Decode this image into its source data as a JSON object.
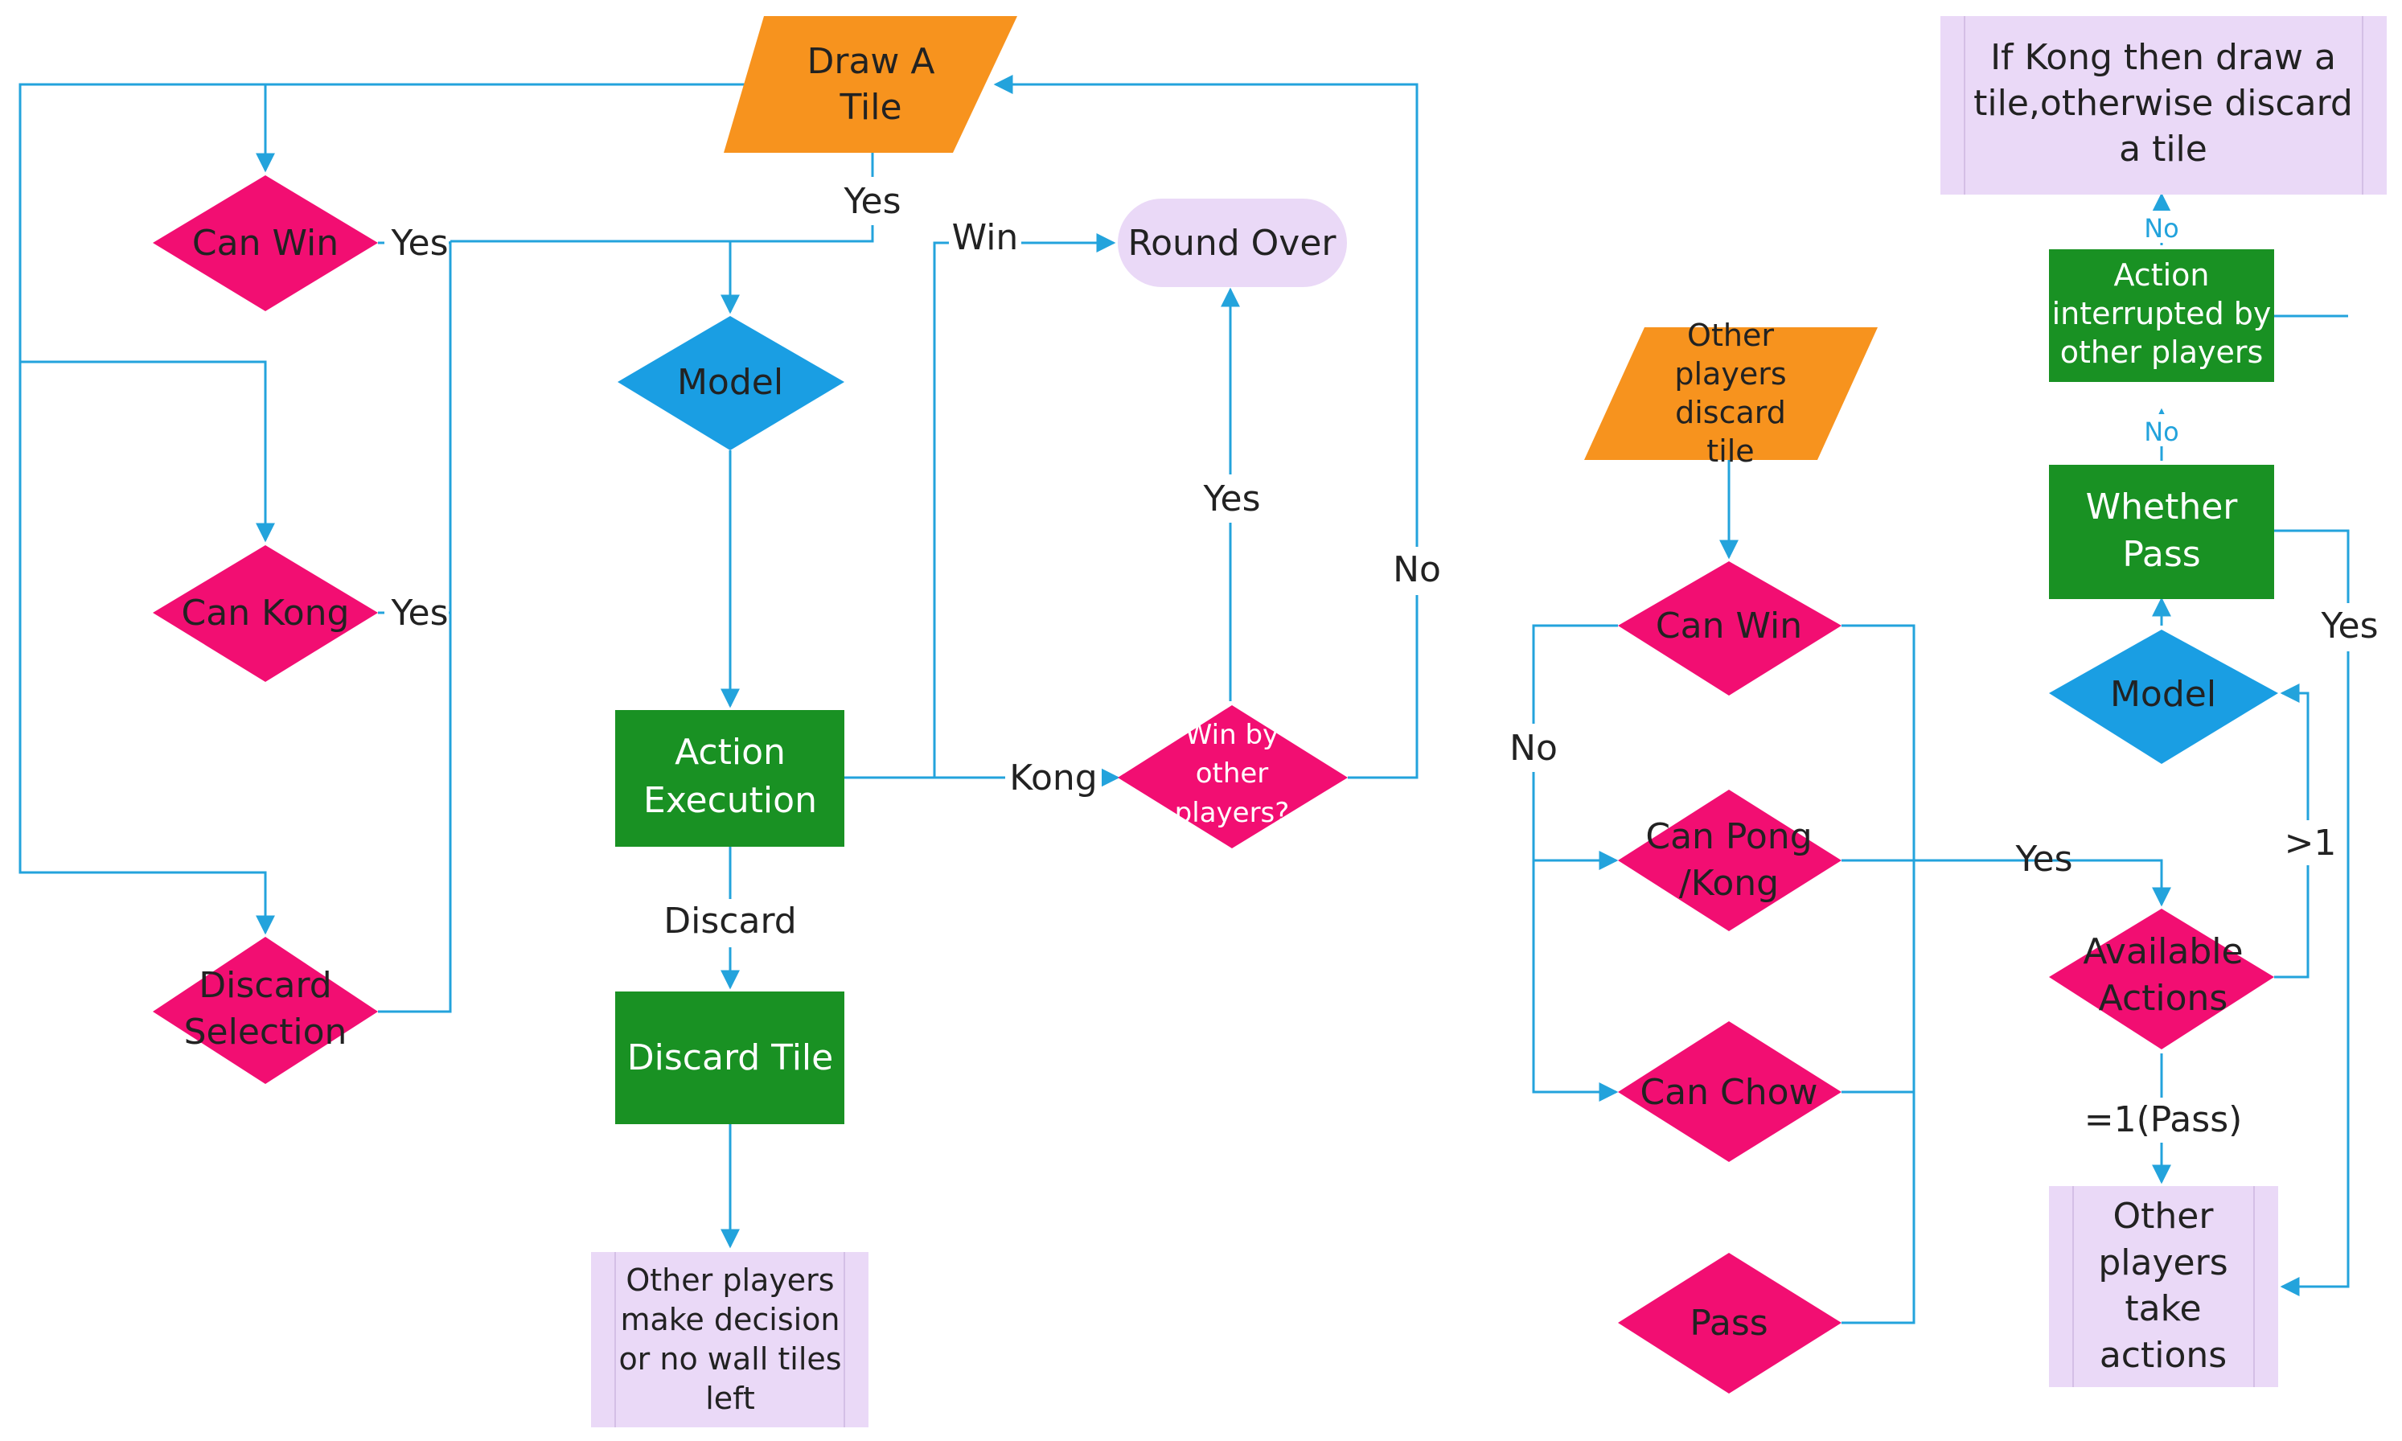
{
  "colors": {
    "orange": "#f7931e",
    "pink": "#f20e72",
    "blue": "#1a9ee3",
    "green": "#199123",
    "lavender": "#ead9f7",
    "edge": "#23a3dc"
  },
  "nodes": {
    "draw_tile": [
      "Draw A",
      "Tile"
    ],
    "can_win_l": [
      "Can Win"
    ],
    "can_kong_l": [
      "Can Kong"
    ],
    "discard_sel": [
      "Discard",
      "Selection"
    ],
    "model_l": [
      "Model"
    ],
    "action_exec": [
      "Action",
      "Execution"
    ],
    "discard_tile": [
      "Discard Tile"
    ],
    "other_decide": [
      "Other players",
      "make decision",
      "or no wall tiles",
      "left"
    ],
    "round_over": [
      "Round Over"
    ],
    "win_by_other": [
      "Win by",
      "other",
      "players?"
    ],
    "other_discard": [
      "Other",
      "players",
      "discard",
      "tile"
    ],
    "can_win_r": [
      "Can Win"
    ],
    "can_pong": [
      "Can Pong",
      "/Kong"
    ],
    "can_chow": [
      "Can Chow"
    ],
    "pass": [
      "Pass"
    ],
    "if_kong": [
      "If Kong then draw a",
      "tile,otherwise discard",
      "a tile"
    ],
    "interrupted": [
      "Action",
      "interrupted by",
      "other players"
    ],
    "whether_pass": [
      "Whether",
      "Pass"
    ],
    "model_r": [
      "Model"
    ],
    "available": [
      "Available",
      "Actions"
    ],
    "other_take": [
      "Other",
      "players",
      "take",
      "actions"
    ]
  },
  "edge_labels": {
    "yes_draw": "Yes",
    "yes_win": "Yes",
    "yes_kong": "Yes",
    "win": "Win",
    "kong": "Kong",
    "discard": "Discard",
    "yes_round": "Yes",
    "no_loop": "No",
    "no_right": "No",
    "yes_pong": "Yes",
    "yes_pass": "Yes",
    "gt1": ">1",
    "eq1": "=1(Pass)",
    "no_top": "No",
    "no_mid": "No"
  }
}
